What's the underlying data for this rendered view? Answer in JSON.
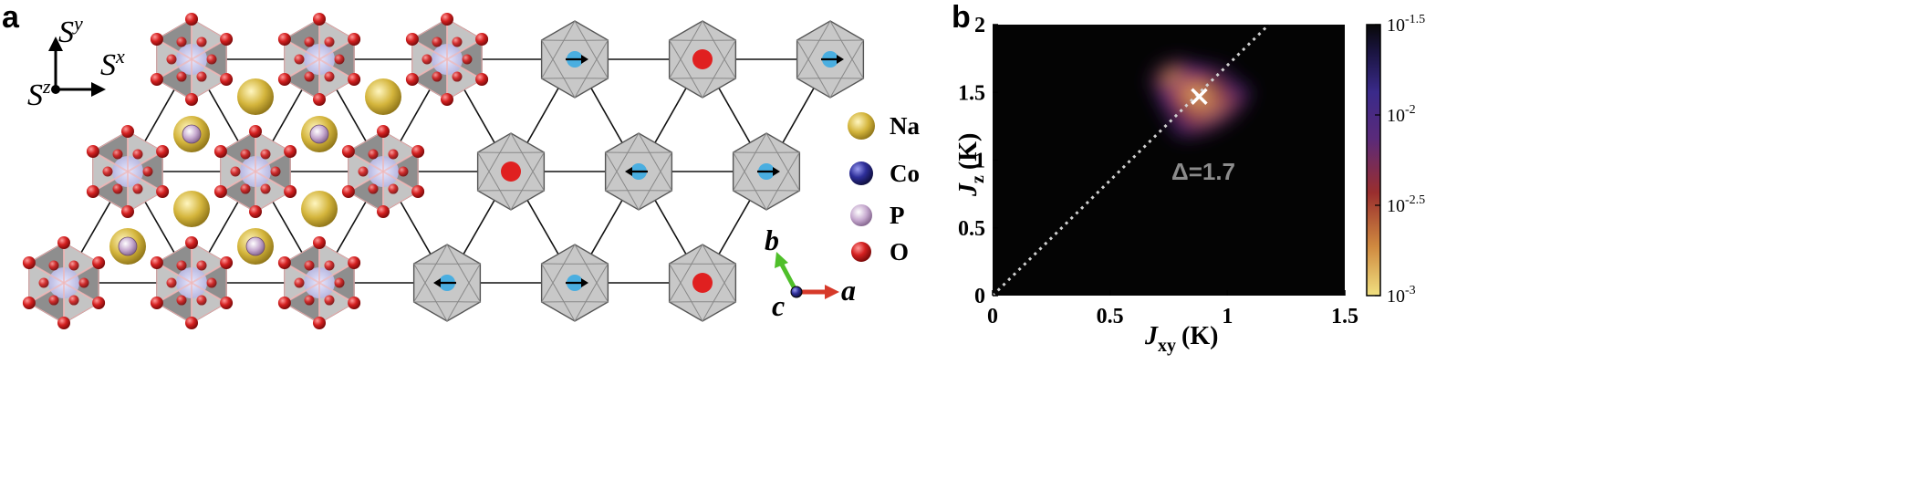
{
  "panel_a": {
    "label": "a",
    "spin_axes": {
      "y": "y",
      "x": "x",
      "z": "z",
      "base": "S"
    },
    "legend": [
      {
        "label": "Na",
        "color": "#d4b53c"
      },
      {
        "label": "Co",
        "color": "#2e2f9a"
      },
      {
        "label": "P",
        "color": "#c6a9cf"
      },
      {
        "label": "O",
        "color": "#d42020"
      }
    ],
    "crystal_axes": {
      "a": "a",
      "b": "b",
      "c": "c"
    },
    "colors": {
      "octahedron": "#9e9e9e",
      "center": "#c8c8ee",
      "oxygen": "#d42020",
      "hexagon": "#c8c8c8",
      "spin_up": "#4aaee0",
      "spin_out": "#e02020"
    }
  },
  "panel_b": {
    "label": "b",
    "annotation": "Δ=1.7",
    "chart_data": {
      "type": "heatmap",
      "xlabel": "J",
      "xlabel_sub": "xy",
      "xlabel_unit": "(K)",
      "ylabel": "J",
      "ylabel_sub": "z",
      "ylabel_unit": "(K)",
      "xlim": [
        0,
        1.5
      ],
      "ylim": [
        0,
        2
      ],
      "xticks": [
        "0",
        "0.5",
        "1",
        "1.5"
      ],
      "yticks": [
        "0",
        "0.5",
        "1",
        "1.5",
        "2"
      ],
      "marker": {
        "x": 0.88,
        "y": 1.47
      },
      "diagonal_line": {
        "slope": 1.7
      },
      "colorbar": {
        "scale": "log",
        "ticks_base": "10",
        "ticks_exp": [
          "-1.5",
          "-2",
          "-2.5",
          "-3"
        ]
      }
    }
  }
}
